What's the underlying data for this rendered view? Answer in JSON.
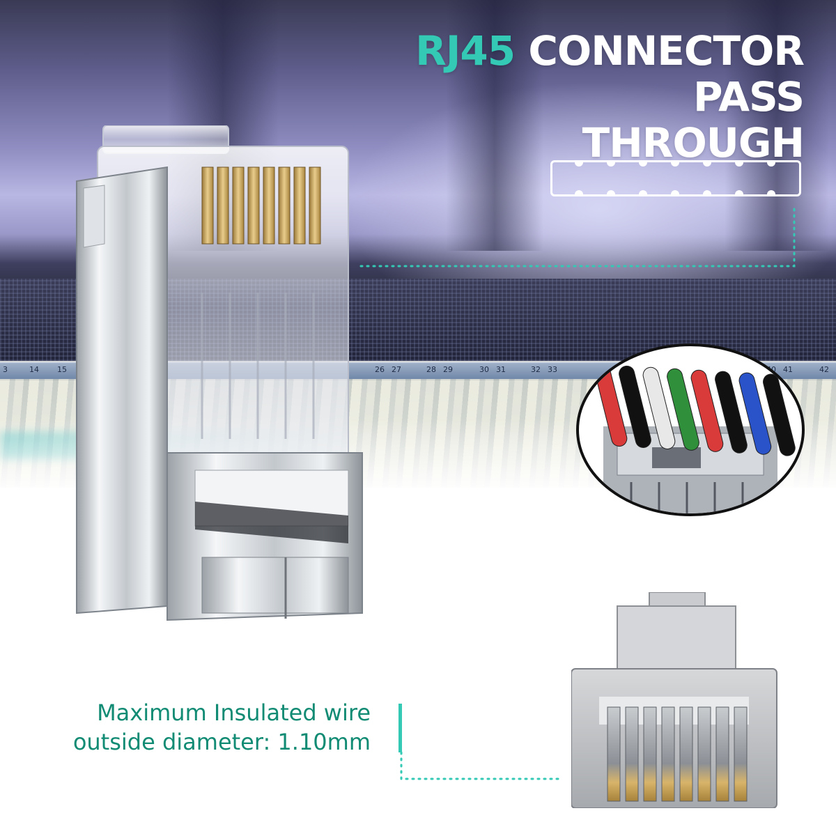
{
  "heading": {
    "accent_text": "RJ45",
    "line1_rest": " CONNECTOR PASS",
    "line2": "THROUGH"
  },
  "caption": {
    "line1": "Maximum Insulated wire",
    "line2": "outside diameter: 1.10mm"
  },
  "port_numbers": [
    "3",
    "14",
    "15",
    "26",
    "27",
    "28",
    "29",
    "30",
    "31",
    "32",
    "33",
    "40",
    "41",
    "42"
  ],
  "colors": {
    "accent": "#33c9b4",
    "caption": "#118b73",
    "heading": "#ffffff"
  },
  "wire_colors": [
    "#d93a3a",
    "#111111",
    "#e8e8e8",
    "#2f8f3a",
    "#d93a3a",
    "#111111",
    "#2a52c9",
    "#111111"
  ]
}
